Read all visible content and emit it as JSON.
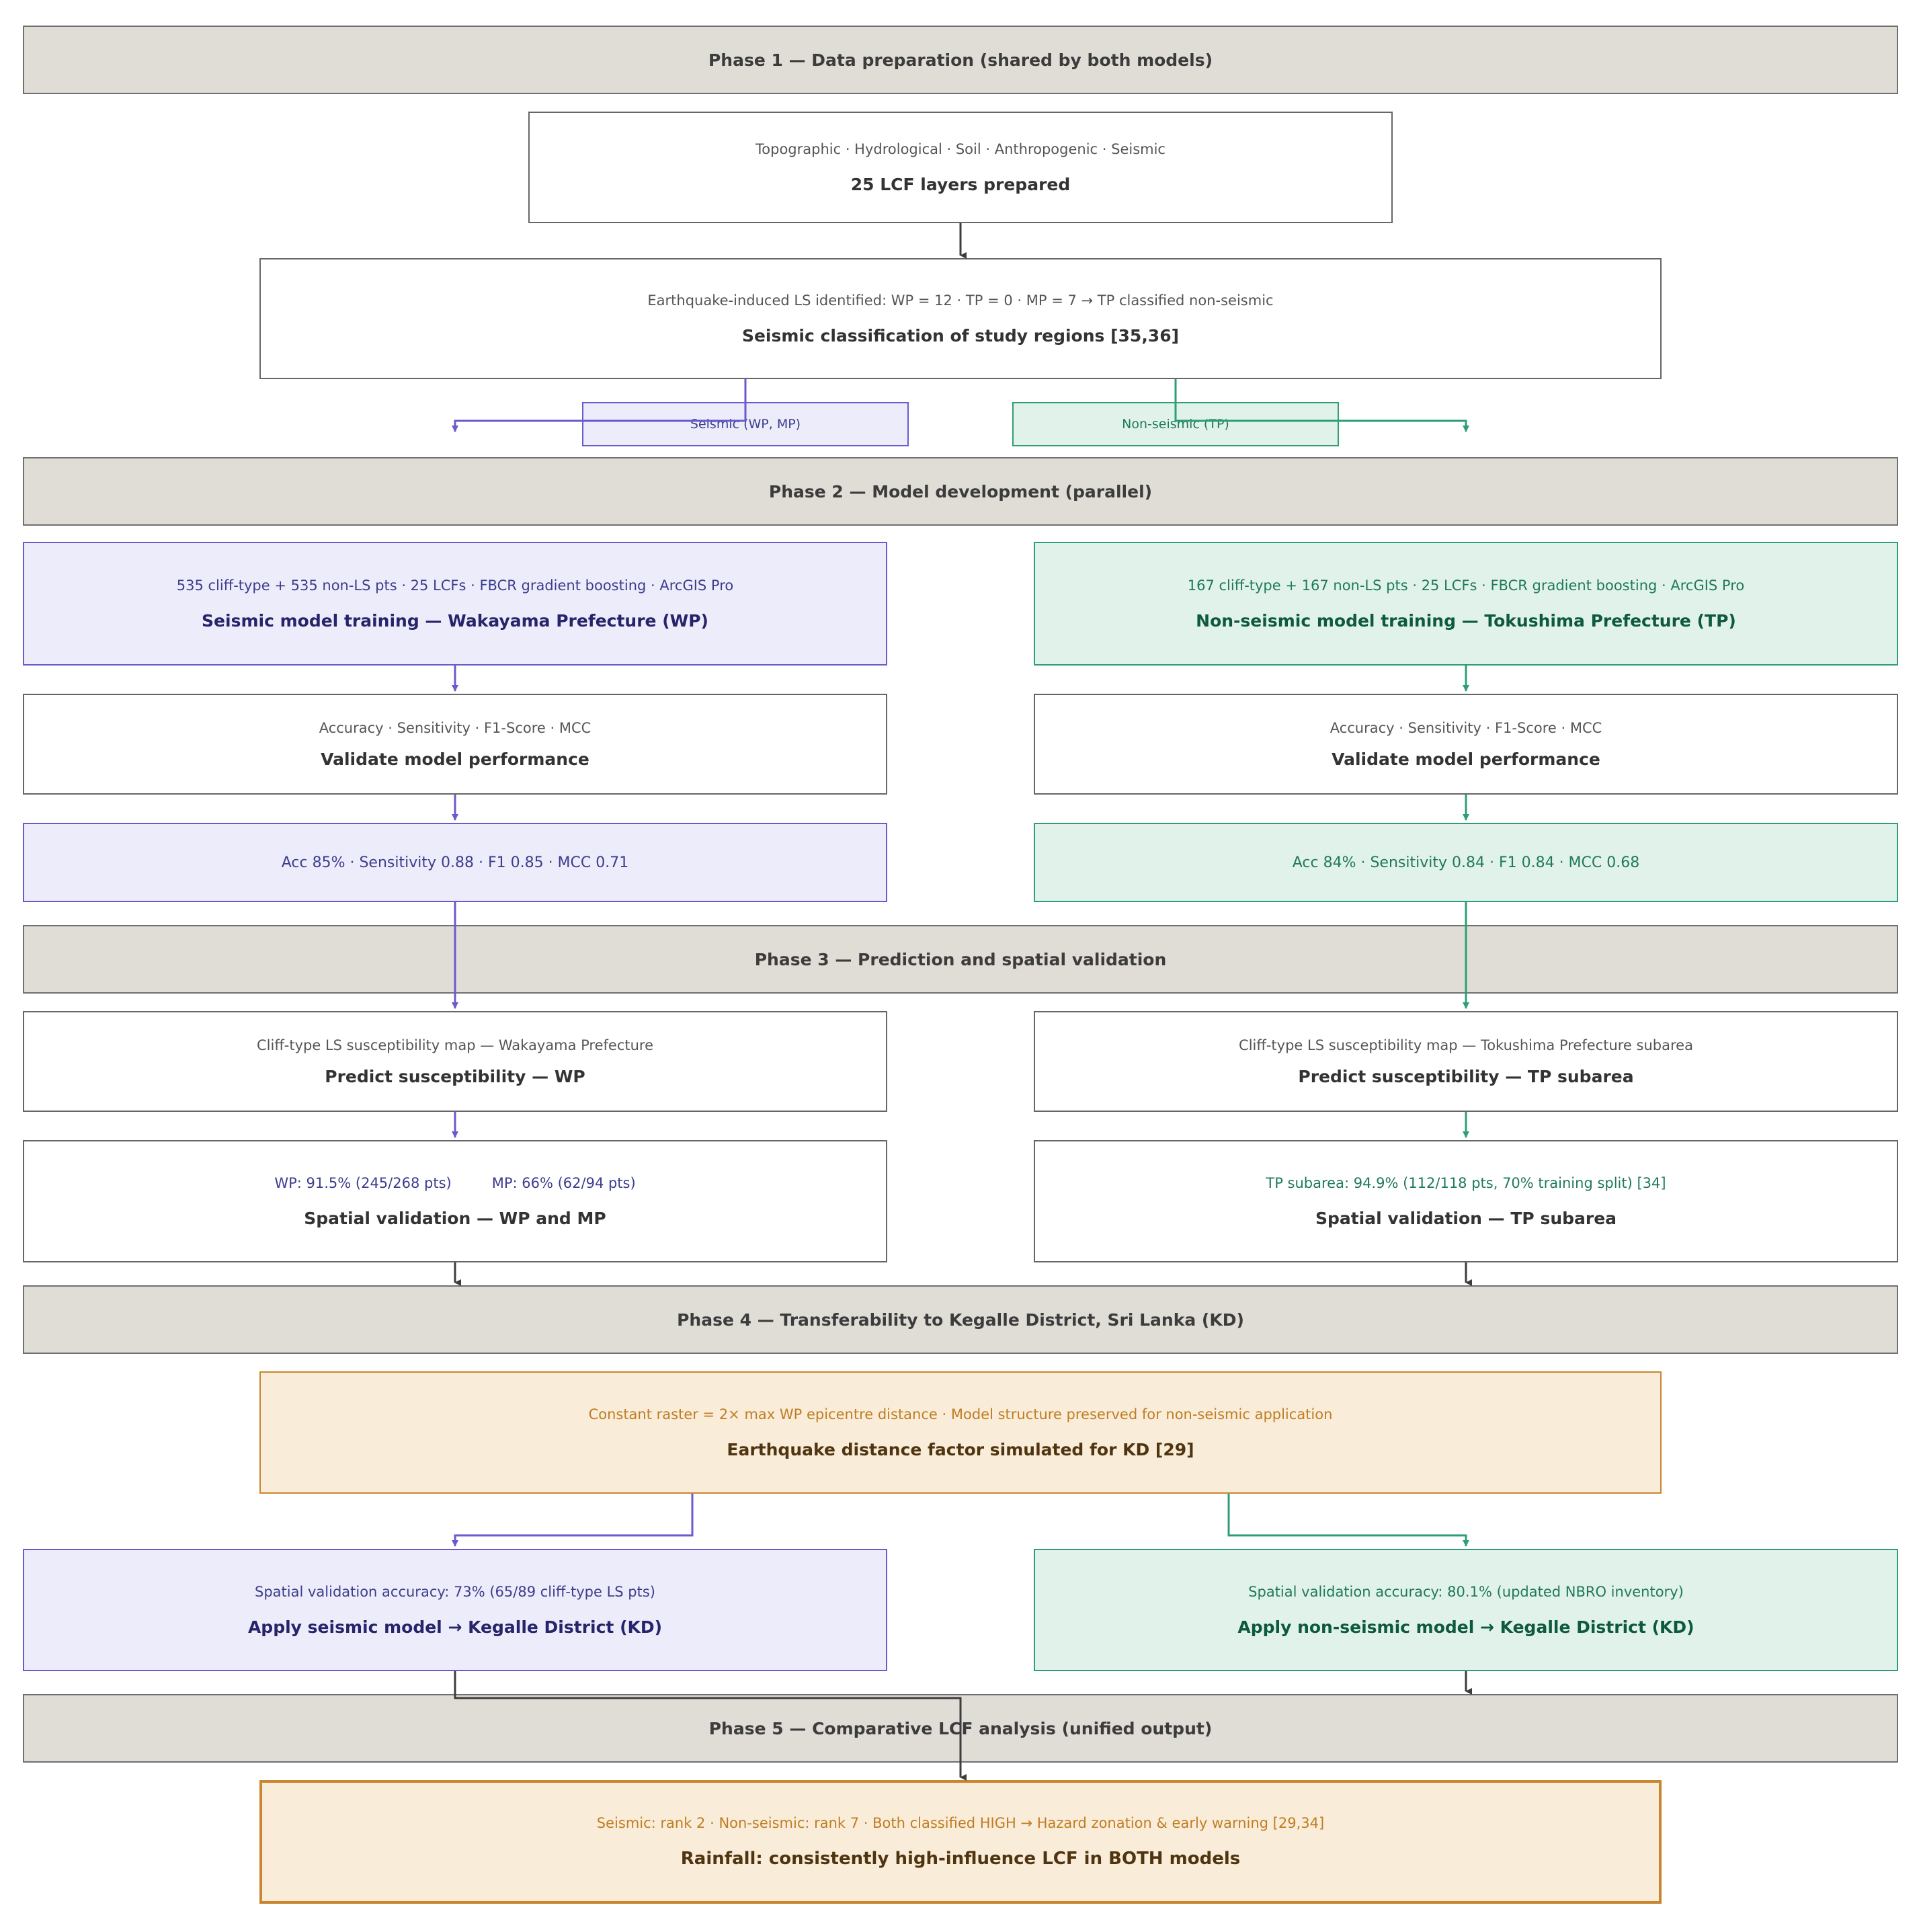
{
  "phase1": {
    "title": "Phase 1 — Data preparation  (shared by both models)"
  },
  "lcf": {
    "sub": "Topographic · Hydrological · Soil · Anthropogenic · Seismic",
    "main": "25 LCF layers prepared"
  },
  "classification": {
    "sub": "Earthquake-induced LS identified: WP = 12  ·  TP = 0  ·  MP = 7  →  TP classified non-seismic",
    "main": "Seismic classification of study regions  [35,36]"
  },
  "branch_tags": {
    "seismic": "Seismic  (WP, MP)",
    "nonseismic": "Non-seismic  (TP)"
  },
  "phase2": {
    "title": "Phase 2 — Model development  (parallel)"
  },
  "seismic": {
    "training_sub": "535 cliff-type + 535 non-LS pts · 25 LCFs · FBCR gradient boosting · ArcGIS Pro",
    "training_main": "Seismic model training — Wakayama Prefecture (WP)",
    "validate_sub": "Accuracy · Sensitivity · F1-Score · MCC",
    "validate_main": "Validate model performance",
    "metrics": "Acc 85%  ·  Sensitivity 0.88  ·  F1 0.85  ·  MCC 0.71",
    "predict_sub": "Cliff-type LS susceptibility map — Wakayama Prefecture",
    "predict_main": "Predict susceptibility — WP",
    "spatial_sub_wp": "WP: 91.5%  (245/268 pts)",
    "spatial_sub_mp": "MP: 66%  (62/94 pts)",
    "spatial_main": "Spatial validation — WP and MP",
    "apply_sub": "Spatial validation accuracy: 73%  (65/89 cliff-type LS pts)",
    "apply_main": "Apply seismic model → Kegalle District (KD)"
  },
  "nonseismic": {
    "training_sub": "167 cliff-type + 167 non-LS pts · 25 LCFs · FBCR gradient boosting · ArcGIS Pro",
    "training_main": "Non-seismic model training — Tokushima Prefecture (TP)",
    "validate_sub": "Accuracy · Sensitivity · F1-Score · MCC",
    "validate_main": "Validate model performance",
    "metrics": "Acc 84%  ·  Sensitivity 0.84  ·  F1 0.84  ·  MCC 0.68",
    "predict_sub": "Cliff-type LS susceptibility map — Tokushima Prefecture subarea",
    "predict_main": "Predict susceptibility — TP subarea",
    "spatial_sub": "TP subarea: 94.9%  (112/118 pts, 70% training split) [34]",
    "spatial_main": "Spatial validation — TP subarea",
    "apply_sub": "Spatial validation accuracy: 80.1%  (updated NBRO inventory)",
    "apply_main": "Apply non-seismic model → Kegalle District (KD)"
  },
  "phase3": {
    "title": "Phase 3 — Prediction and spatial validation"
  },
  "phase4": {
    "title": "Phase 4 — Transferability to Kegalle District, Sri Lanka  (KD)"
  },
  "quake_factor": {
    "sub": "Constant raster = 2× max WP epicentre distance  ·  Model structure preserved for non-seismic application",
    "main": "Earthquake distance factor simulated for KD  [29]"
  },
  "phase5": {
    "title": "Phase 5 — Comparative LCF analysis  (unified output)"
  },
  "rainfall": {
    "sub": "Seismic: rank 2  ·  Non-seismic: rank 7  ·  Both classified HIGH  →  Hazard zonation & early warning  [29,34]",
    "main": "Rainfall: consistently high-influence LCF in BOTH models"
  },
  "colors": {
    "seismic": "#6a5acd",
    "nonseismic": "#2e9e77",
    "phase": "#e0ddd7",
    "highlight": "#c98630"
  }
}
